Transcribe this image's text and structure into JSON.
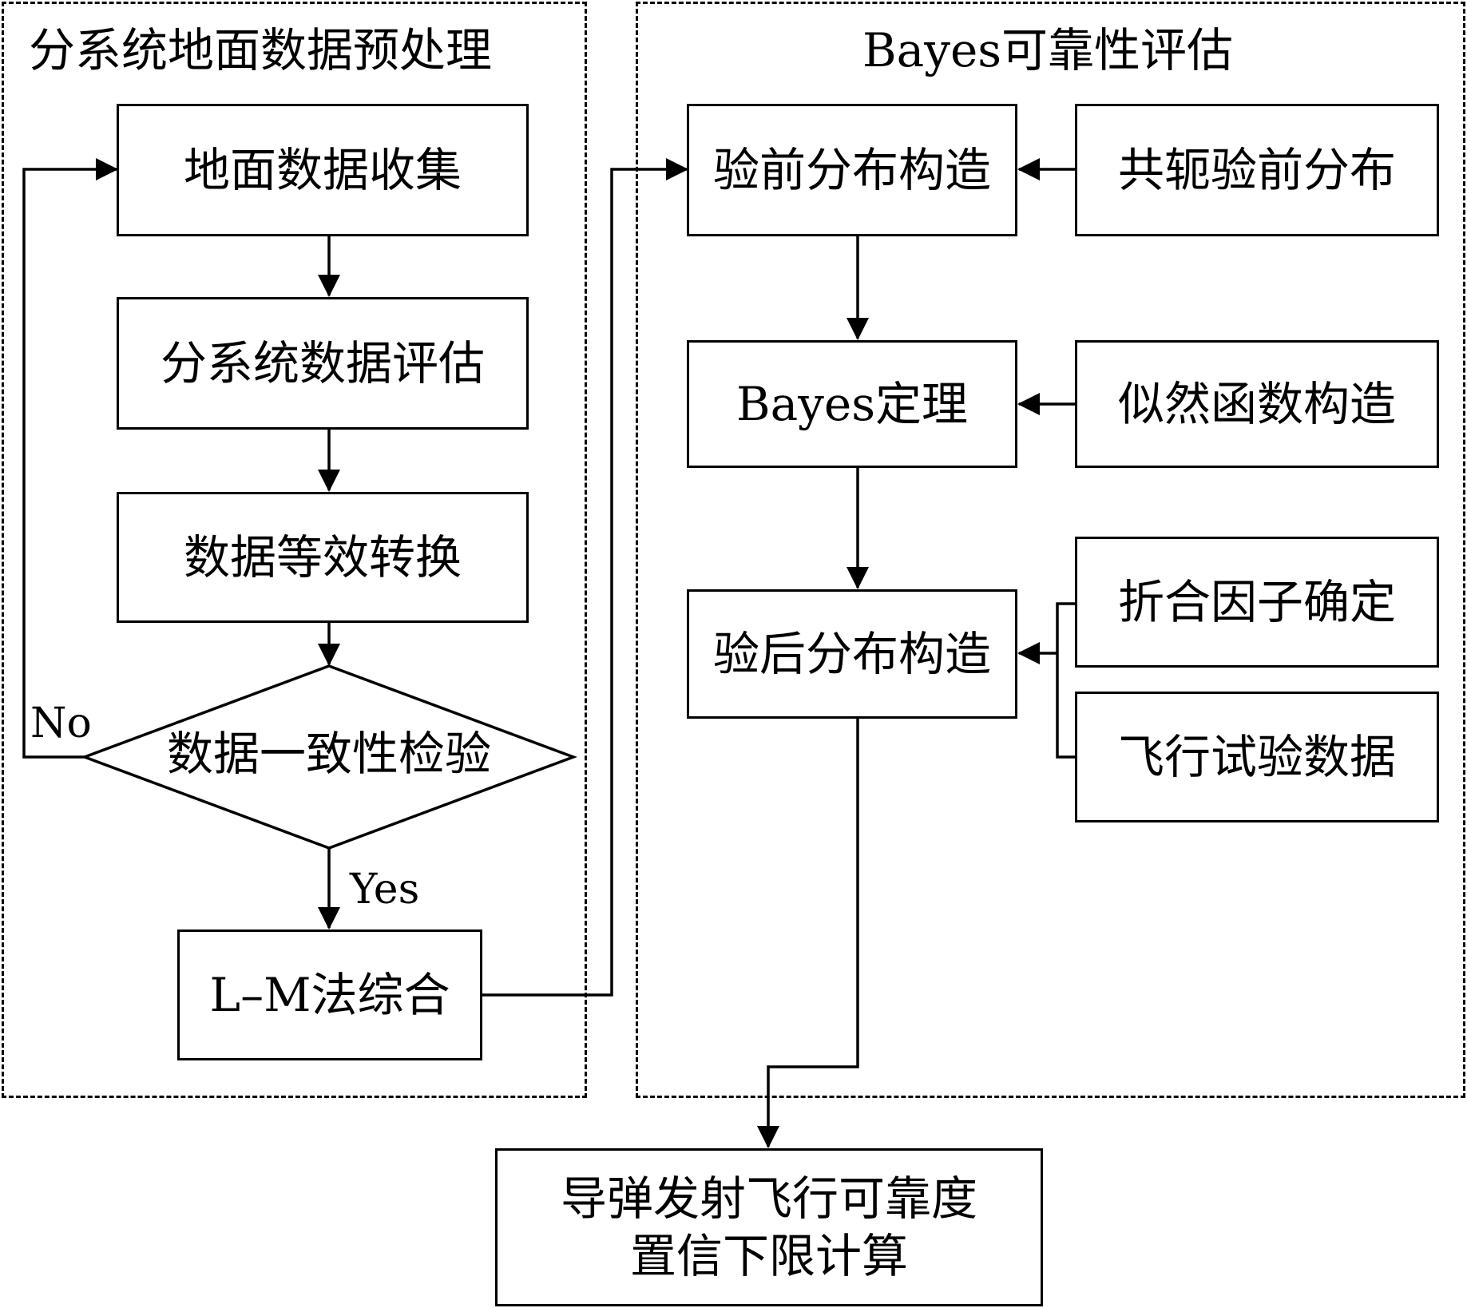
{
  "groups": {
    "left_title": "分系统地面数据预处理",
    "right_title": "Bayes可靠性评估"
  },
  "left_steps": {
    "collect": "地面数据收集",
    "evaluate": "分系统数据评估",
    "convert": "数据等效转换",
    "check": "数据一致性检验",
    "synthesize": "L–M法综合"
  },
  "branch_labels": {
    "no": "No",
    "yes": "Yes"
  },
  "right_steps": {
    "prior": "验前分布构造",
    "conjugate": "共轭验前分布",
    "bayes": "Bayes定理",
    "likelihood": "似然函数构造",
    "posterior": "验后分布构造",
    "discount": "折合因子确定",
    "flight_data": "飞行试验数据"
  },
  "final": {
    "line1": "导弹发射飞行可靠度",
    "line2": "置信下限计算"
  }
}
